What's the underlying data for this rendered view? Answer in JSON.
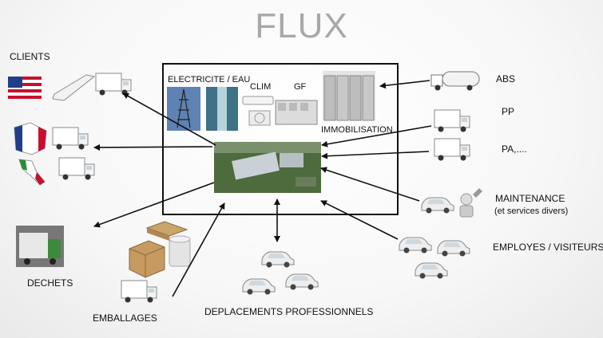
{
  "title": "FLUX",
  "center_box": {
    "electricite": "ELECTRICITE / EAU",
    "clim": "CLIM",
    "gf": "GF",
    "immobilisation": "IMMOBILISATION"
  },
  "left": {
    "clients": "CLIENTS",
    "dechets": "DECHETS",
    "emballages": "EMBALLAGES"
  },
  "right": {
    "abs": "ABS",
    "pp": "PP",
    "pa": "PA,....",
    "maintenance": "MAINTENANCE",
    "maintenance_sub": "(et services divers)",
    "employes": "EMPLOYES / VISITEURS"
  },
  "bottom": {
    "deplacements": "DEPLACEMENTS PROFESSIONNELS"
  },
  "icons": [
    "usa-flag-icon",
    "france-flag-icon",
    "italy-flag-icon",
    "ship-icon",
    "truck-icon",
    "tanker-truck-icon",
    "car-icon",
    "mechanic-icon",
    "pylon-icon",
    "water-icon",
    "air-conditioner-icon",
    "chiller-icon",
    "silo-icon",
    "factory-aerial-icon",
    "garbage-truck-icon",
    "pallet-icon",
    "box-icon",
    "foam-roll-icon"
  ],
  "colors": {
    "title": "#a8a8a8",
    "box_border": "#111111",
    "arrow": "#111111"
  }
}
